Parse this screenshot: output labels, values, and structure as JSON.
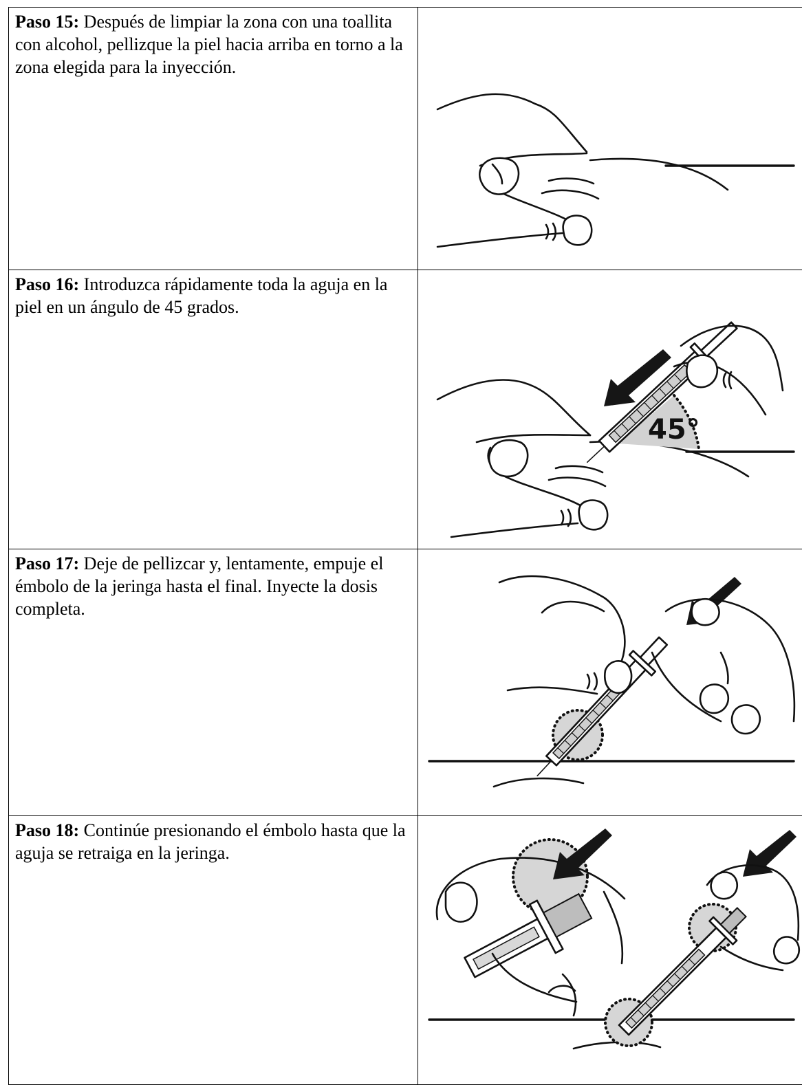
{
  "steps": [
    {
      "label": "Paso 15:",
      "text": " Después de limpiar la zona con una toallita con alcohol, pellizque la piel hacia arriba en torno a la zona elegida para la inyección.",
      "illustration": "pinch-skin"
    },
    {
      "label": "Paso 16:",
      "text": " Introduzca rápidamente toda la aguja en la piel en un ángulo de 45 grados.",
      "illustration": "insert-needle-45",
      "angle_label": "45°"
    },
    {
      "label": "Paso 17:",
      "text": " Deje de pellizcar y, lentamente, empuje el émbolo de la jeringa hasta el final. Inyecte la dosis completa.",
      "illustration": "push-plunger"
    },
    {
      "label": "Paso 18:",
      "text": " Continúe presionando el émbolo hasta que la aguja se retraiga en la jeringa.",
      "illustration": "needle-retract"
    }
  ]
}
